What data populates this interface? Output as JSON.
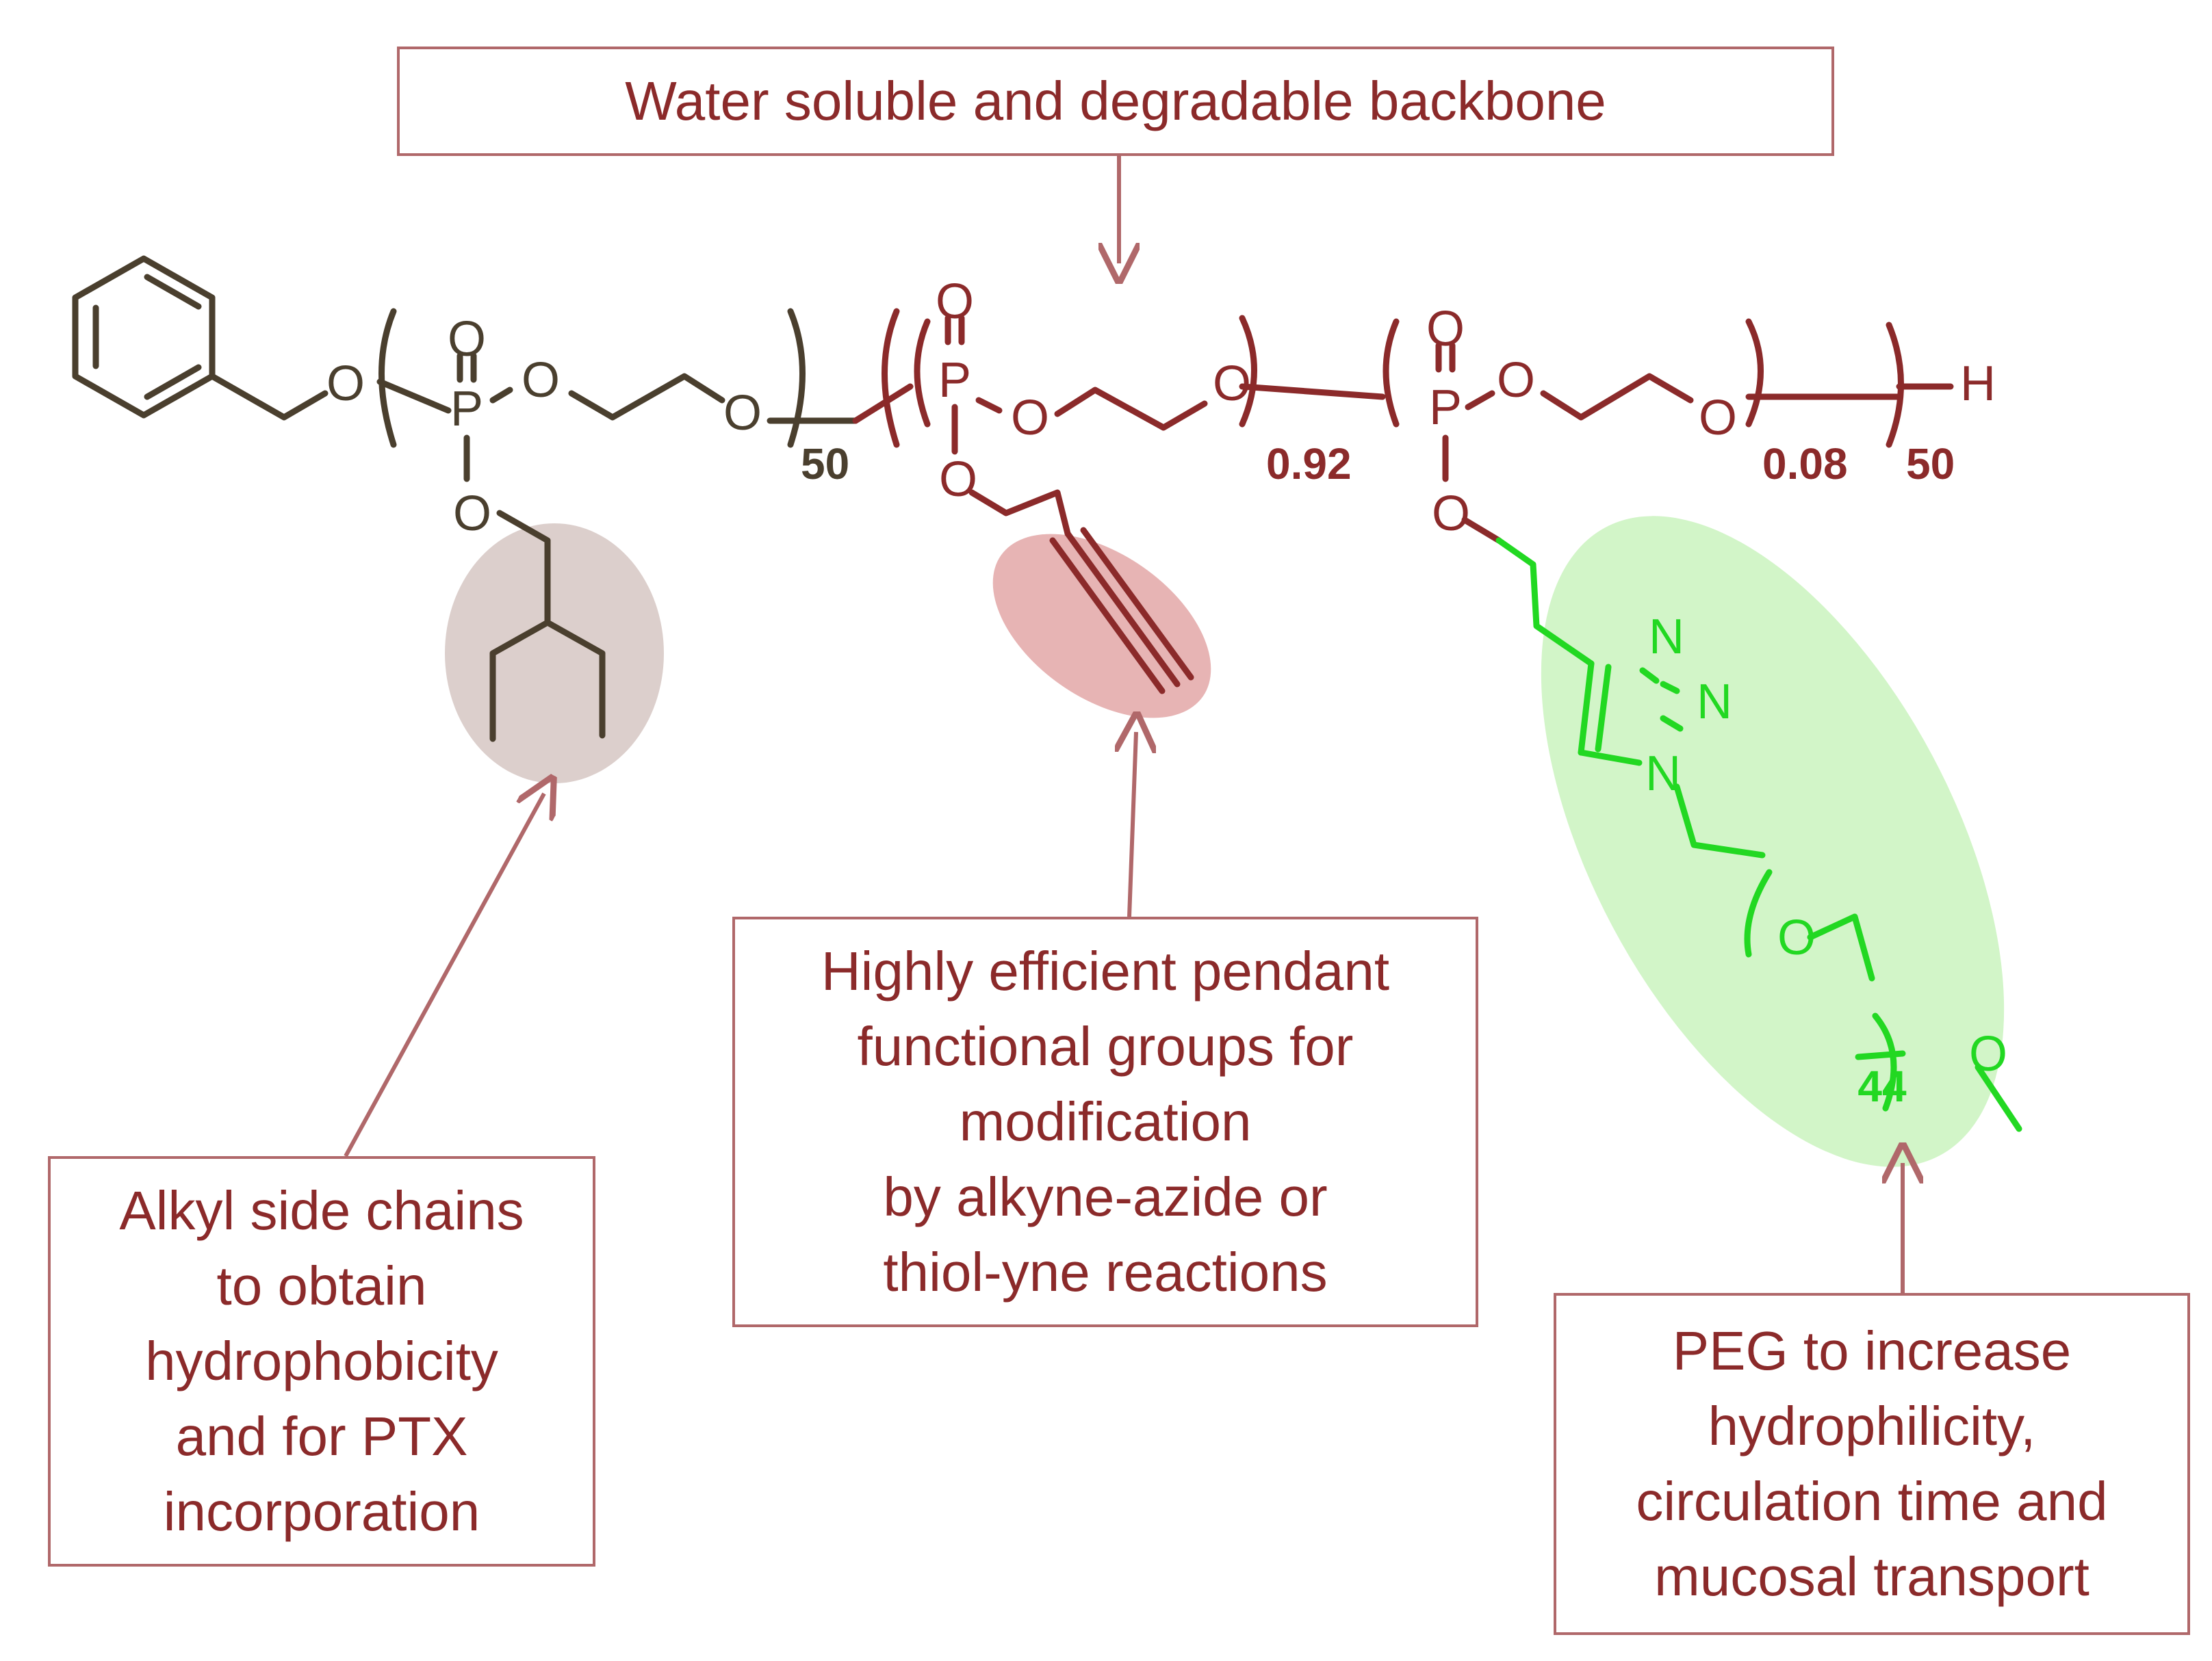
{
  "callouts": {
    "backbone": [
      "Water soluble and degradable backbone"
    ],
    "alkyl": [
      "Alkyl side chains",
      "to obtain",
      "hydrophobicity",
      "and for PTX",
      "incorporation"
    ],
    "pendant": [
      "Highly efficient pendant",
      "functional groups for",
      "modification",
      "by alkyne-azide or",
      "thiol-yne reactions"
    ],
    "peg": [
      "PEG to increase",
      "hydrophilicity,",
      "circulation time and",
      "mucosal transport"
    ]
  },
  "structure": {
    "atom_O": "O",
    "atom_P": "P",
    "atom_N": "N",
    "atom_H": "H",
    "n_first_block": "50",
    "x_alkyne_unit": "0.92",
    "x_peg_unit": "0.08",
    "n_second_block": "50",
    "n_peg": "44"
  },
  "colors": {
    "first_block": "#4a3f2e",
    "backbone": "#8b2a2a",
    "peg": "#22d822",
    "arrow": "#b0686a",
    "alkyl_highlight": "#dccfcc",
    "alkyne_highlight": "#e7b4b4",
    "peg_highlight": "#d2f5c8"
  },
  "icons": {
    "arrow": "arrow-down-icon",
    "ring": "benzene-ring-icon"
  }
}
